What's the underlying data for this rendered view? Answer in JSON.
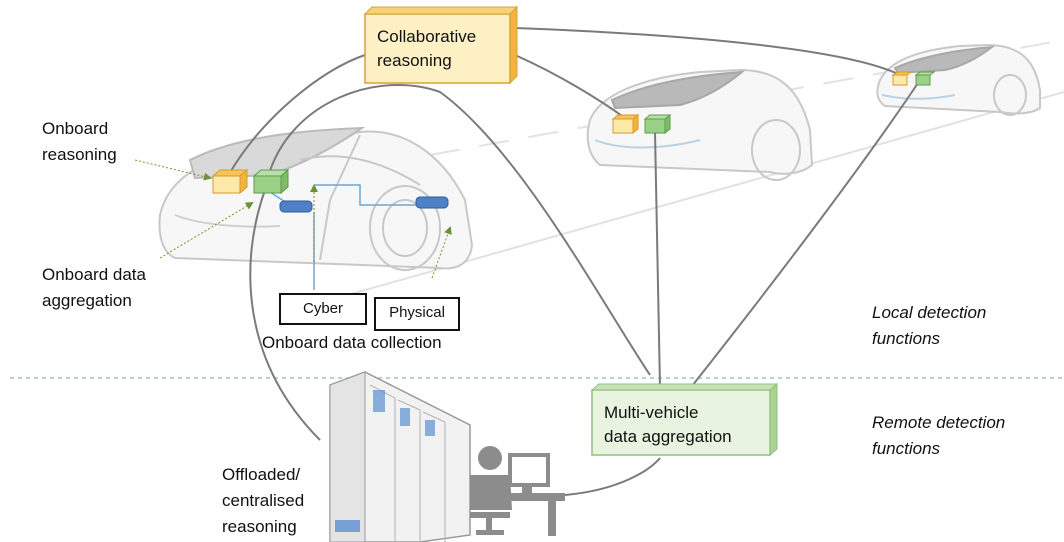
{
  "labels": {
    "collaborative_reasoning": "Collaborative\nreasoning",
    "onboard_reasoning": "Onboard\nreasoning",
    "onboard_data_aggregation": "Onboard data\naggregation",
    "cyber": "Cyber",
    "physical": "Physical",
    "onboard_data_collection": "Onboard data collection",
    "local_detection_functions": "Local detection\nfunctions",
    "remote_detection_functions": "Remote detection\nfunctions",
    "multi_vehicle_data_aggregation": "Multi-vehicle\ndata aggregation",
    "offloaded_centralised_reasoning": "Offloaded/\ncentralised\nreasoning"
  },
  "colors": {
    "reasoning_box_fill": "#fde9a8",
    "reasoning_box_side": "#f3b33d",
    "aggregation_box_fill": "#e3efda",
    "aggregation_box_side": "#8fc17a",
    "sensor_fill": "#4f81c7",
    "connection_line": "#7a7a7a",
    "divider_line": "#9cc3dc",
    "arrow_color": "#6e8f3a",
    "car_outline": "#c8c8c8"
  }
}
